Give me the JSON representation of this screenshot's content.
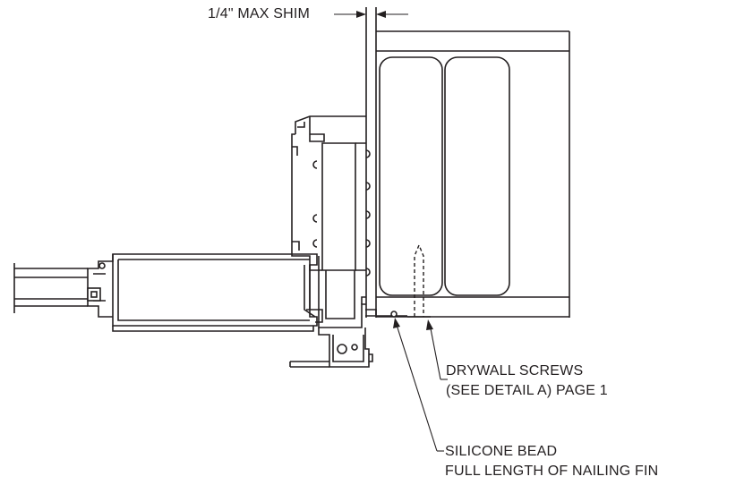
{
  "labels": {
    "shim": "1/4\" MAX SHIM",
    "screws_line1": "DRYWALL SCREWS",
    "screws_line2": "(SEE DETAIL A) PAGE 1",
    "silicone_line1": "SILICONE BEAD",
    "silicone_line2": "FULL LENGTH OF NAILING FIN"
  },
  "colors": {
    "ink": "#231f20",
    "paper": "#ffffff"
  }
}
